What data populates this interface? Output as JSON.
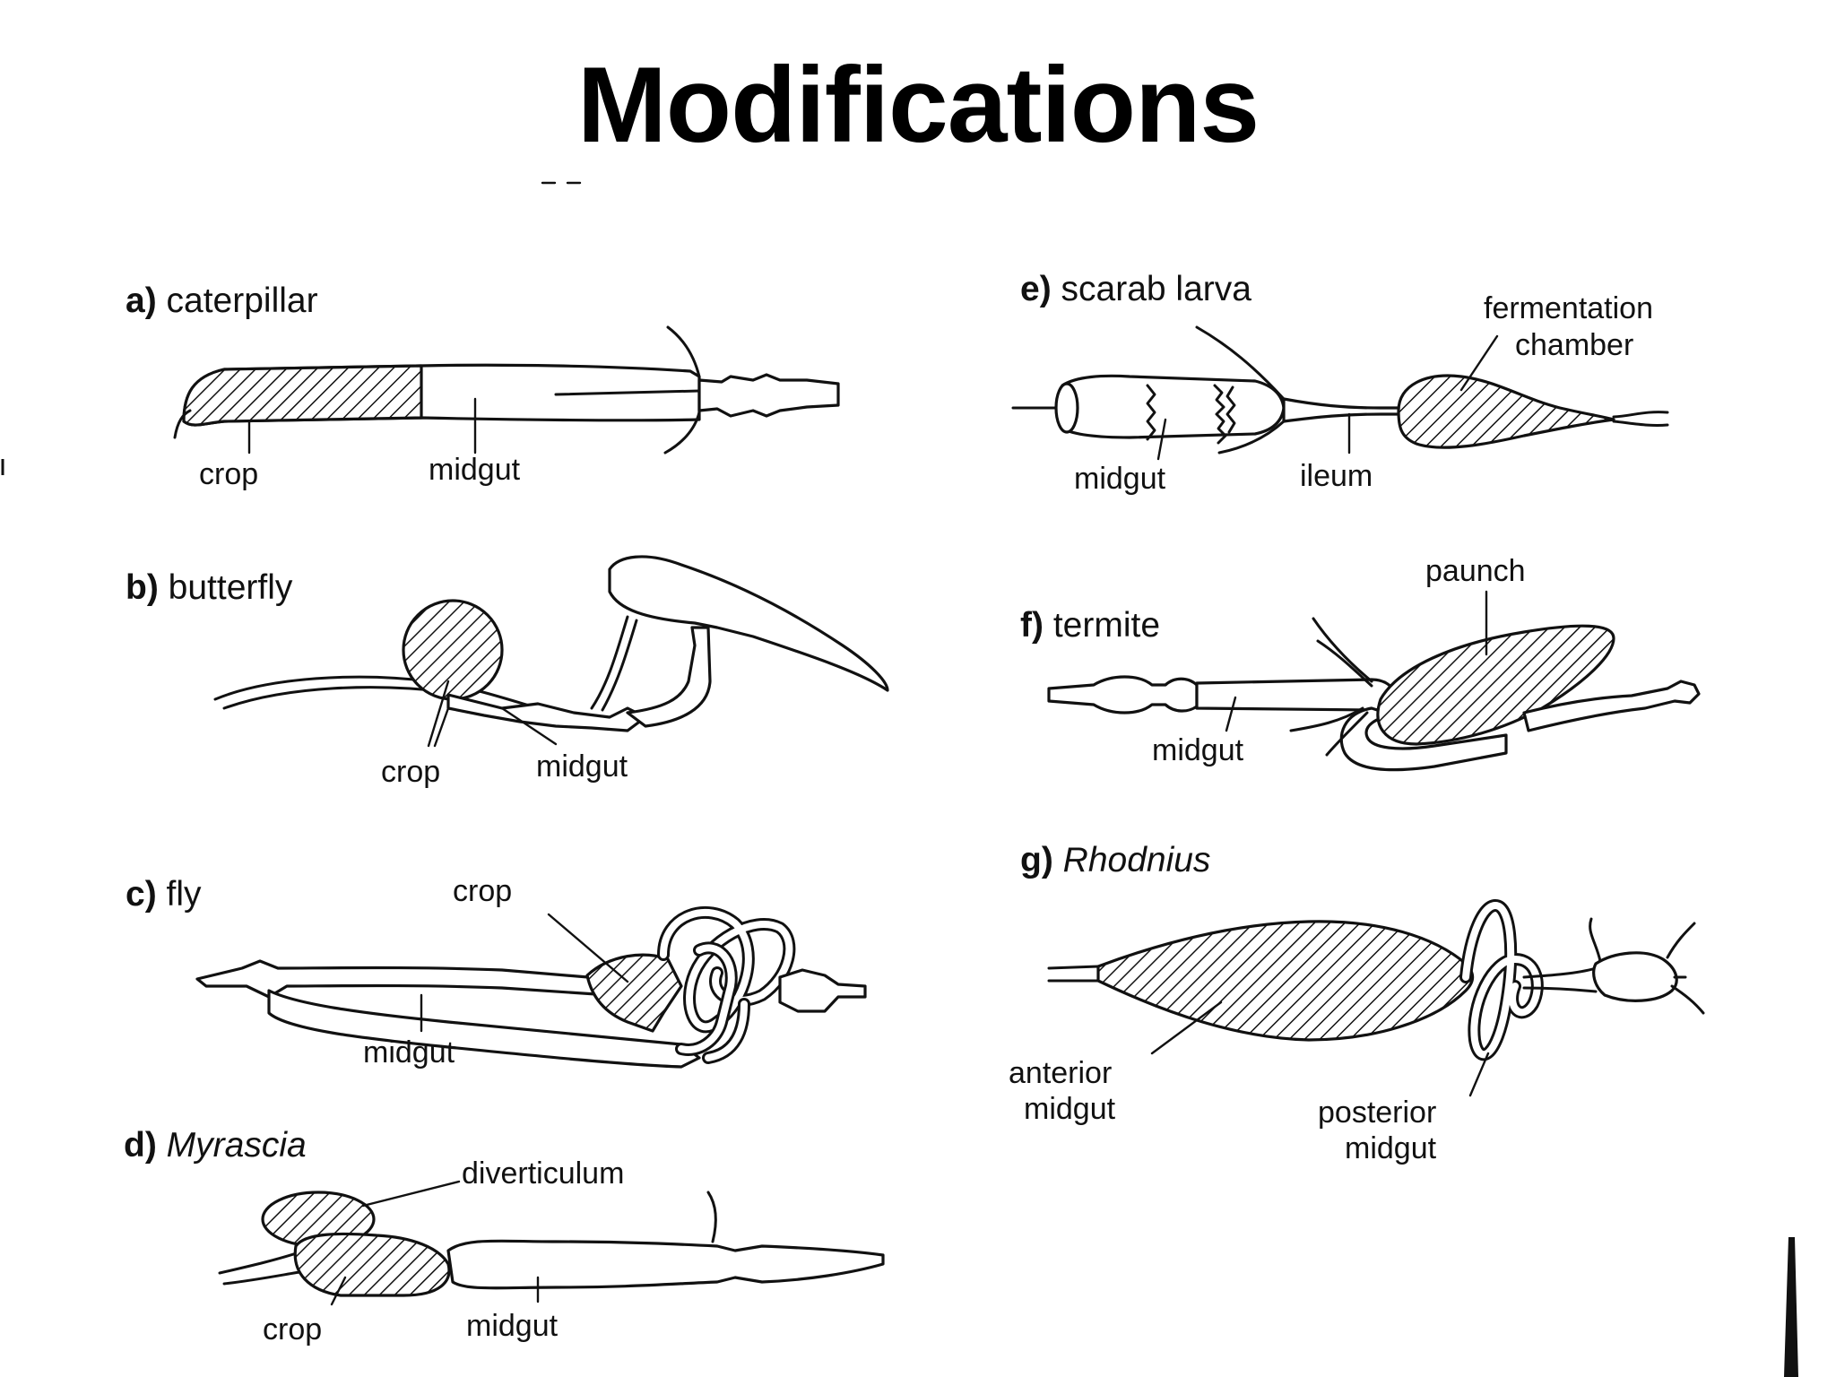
{
  "title": "Modifications",
  "panels": {
    "a": {
      "letter": "a)",
      "name": "caterpillar",
      "labels": {
        "crop": "crop",
        "midgut": "midgut"
      }
    },
    "b": {
      "letter": "b)",
      "name": "butterfly",
      "labels": {
        "crop": "crop",
        "midgut": "midgut"
      }
    },
    "c": {
      "letter": "c)",
      "name": "fly",
      "labels": {
        "crop": "crop",
        "midgut": "midgut"
      }
    },
    "d": {
      "letter": "d)",
      "name": "Myrascia",
      "labels": {
        "diverticulum": "diverticulum",
        "crop": "crop",
        "midgut": "midgut"
      }
    },
    "e": {
      "letter": "e)",
      "name": "scarab larva",
      "labels": {
        "fermentation": "fermentation",
        "chamber": "chamber",
        "midgut": "midgut",
        "ileum": "ileum"
      }
    },
    "f": {
      "letter": "f)",
      "name": "termite",
      "labels": {
        "paunch": "paunch",
        "midgut": "midgut"
      }
    },
    "g": {
      "letter": "g)",
      "name": "Rhodnius",
      "labels": {
        "anterior": "anterior",
        "anterior_midgut": "midgut",
        "posterior": "posterior",
        "posterior_midgut": "midgut"
      }
    }
  }
}
